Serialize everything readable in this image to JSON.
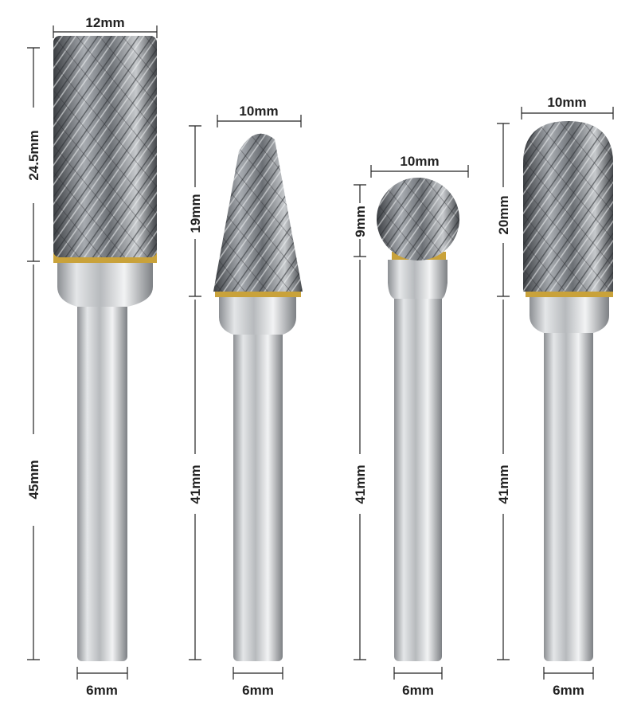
{
  "burrs": [
    {
      "name": "cylinder",
      "head_diameter": "12mm",
      "head_length": "24.5mm",
      "shank_length": "45mm",
      "shank_diameter": "6mm"
    },
    {
      "name": "tree-pointed",
      "head_diameter": "10mm",
      "head_length": "19mm",
      "shank_length": "41mm",
      "shank_diameter": "6mm"
    },
    {
      "name": "ball",
      "head_diameter": "10mm",
      "head_length": "9mm",
      "shank_length": "41mm",
      "shank_diameter": "6mm"
    },
    {
      "name": "cylinder-ball-nose",
      "head_diameter": "10mm",
      "head_length": "20mm",
      "shank_length": "41mm",
      "shank_diameter": "6mm"
    }
  ],
  "colors": {
    "carbide": "#8a8d92",
    "steel": "#c9cbce",
    "braze": "#c9a23a",
    "dimension_line": "#222222"
  }
}
